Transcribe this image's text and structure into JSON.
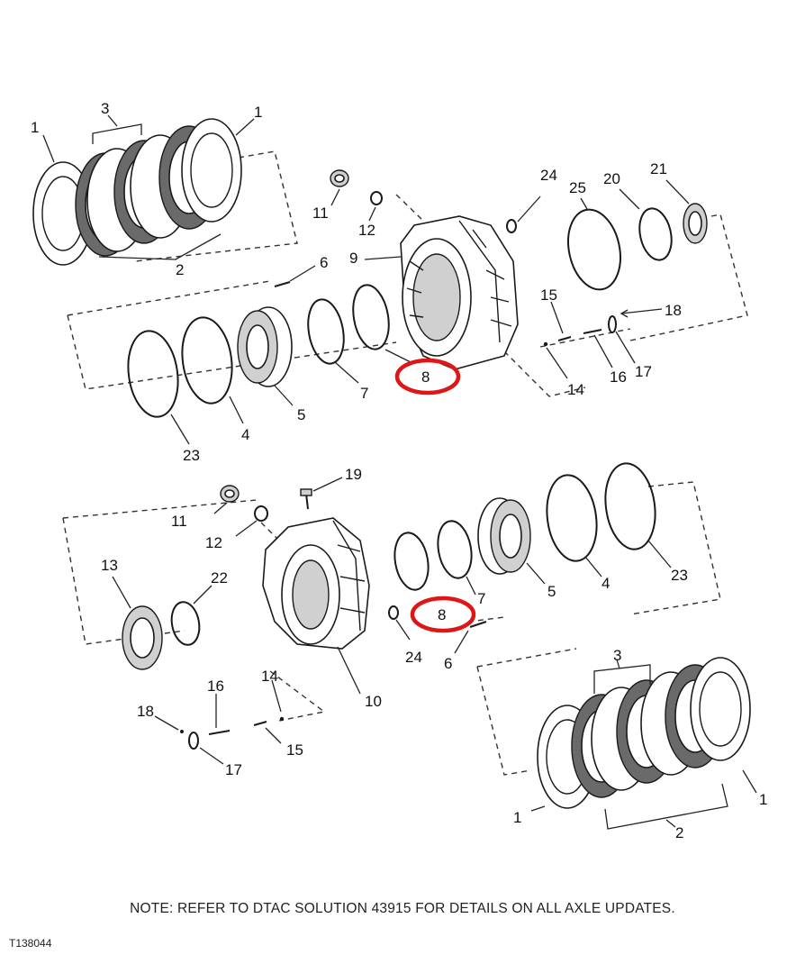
{
  "callouts_upper": {
    "c1a": "1",
    "c1b": "1",
    "c3": "3",
    "c2": "2",
    "c11": "11",
    "c12": "12",
    "c24": "24",
    "c25": "25",
    "c20": "20",
    "c21": "21",
    "c6": "6",
    "c9": "9",
    "c15": "15",
    "c18": "18",
    "c8": "8",
    "c7": "7",
    "c14": "14",
    "c16": "16",
    "c17": "17",
    "c5": "5",
    "c4": "4",
    "c23": "23"
  },
  "callouts_lower": {
    "c19": "19",
    "c11": "11",
    "c12": "12",
    "c13": "13",
    "c22": "22",
    "c8": "8",
    "c7": "7",
    "c5": "5",
    "c4": "4",
    "c23": "23",
    "c24": "24",
    "c6": "6",
    "c10": "10",
    "c14": "14",
    "c16": "16",
    "c18": "18",
    "c15": "15",
    "c17": "17",
    "c3": "3",
    "c1a": "1",
    "c1b": "1",
    "c2": "2"
  },
  "note": "NOTE: REFER TO DTAC SOLUTION 43915 FOR DETAILS ON ALL AXLE UPDATES.",
  "figure_code": "T138044",
  "colors": {
    "highlight": "#e01515",
    "line": "#1a1a1a"
  }
}
